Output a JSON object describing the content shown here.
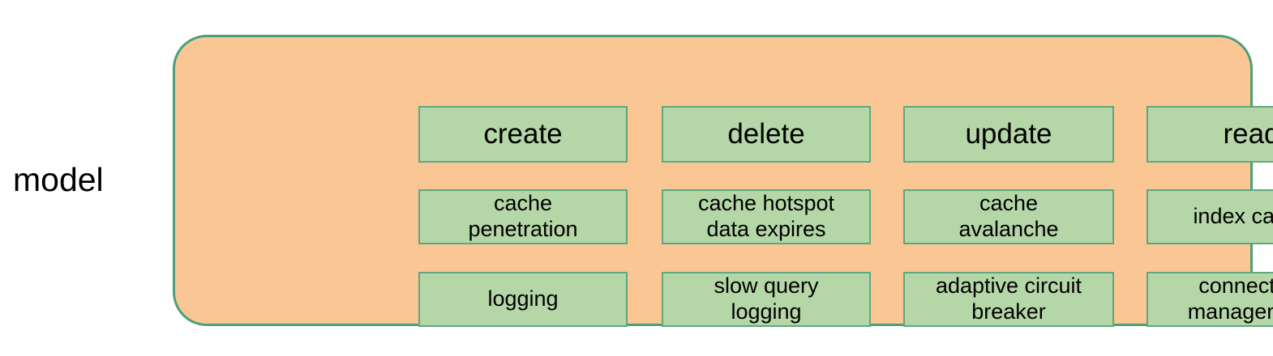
{
  "diagram": {
    "type": "grouped-node-diagram",
    "group_label": "model",
    "colors": {
      "group_fill": "#FAC794",
      "group_border": "#4E9E78",
      "node_fill": "#B5D6A7",
      "node_border": "#5FA77E",
      "text": "#000000",
      "background": "#FFFFFF"
    },
    "columns": [
      "create",
      "delete",
      "update",
      "read"
    ],
    "rows": [
      {
        "role": "operations",
        "cells": [
          "create",
          "delete",
          "update",
          "read"
        ]
      },
      {
        "role": "cache-concerns",
        "cells": [
          "cache\npenetration",
          "cache hotspot\ndata expires",
          "cache\navalanche",
          "index cache"
        ]
      },
      {
        "role": "reliability-concerns",
        "cells": [
          "logging",
          "slow query\nlogging",
          "adaptive circuit\nbreaker",
          "connection\nmanagement"
        ]
      }
    ]
  }
}
